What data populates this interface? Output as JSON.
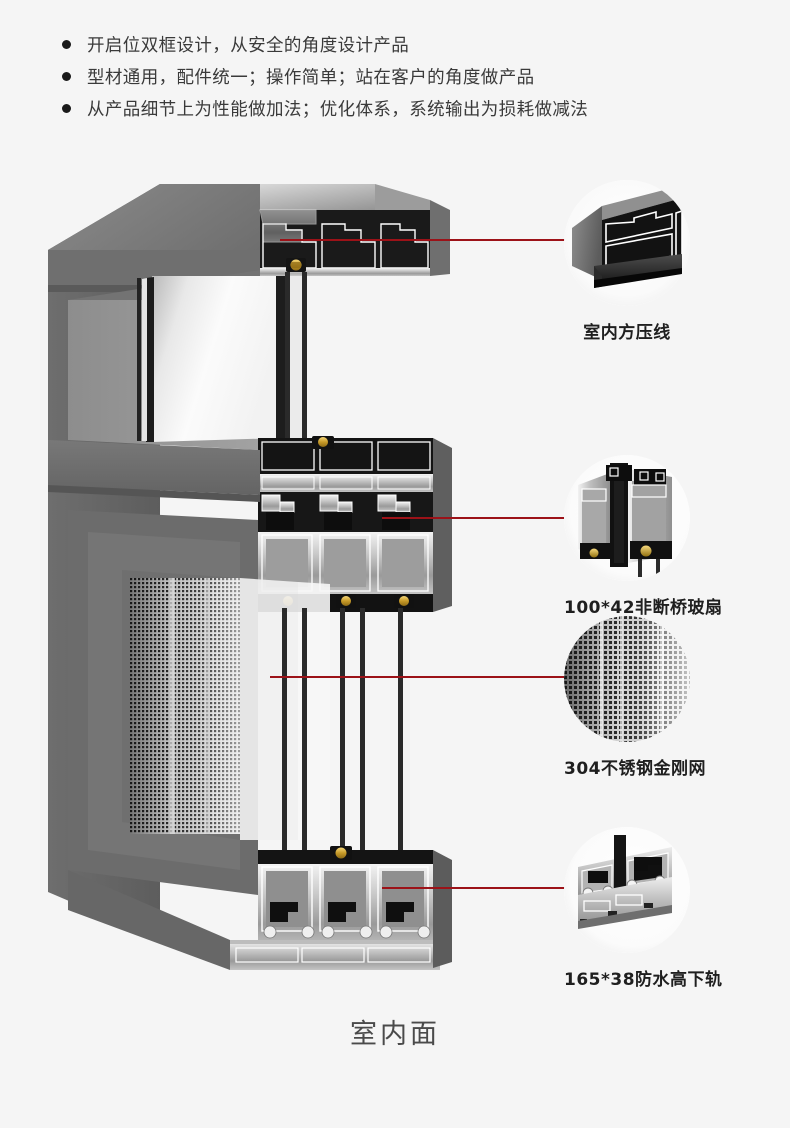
{
  "background_color": "#f5f5f5",
  "accent_color": "#9c1218",
  "bullets": [
    {
      "text": "开启位双框设计，从安全的角度设计产品"
    },
    {
      "text": "型材通用，配件统一；操作简单；站在客户的角度做产品"
    },
    {
      "text": "从产品细节上为性能做加法；优化体系，系统输出为损耗做减法"
    }
  ],
  "callouts": [
    {
      "label": "室内方压线",
      "icon": "profile-cross-section-icon"
    },
    {
      "label": "100*42非断桥玻扇",
      "icon": "sash-profile-icon"
    },
    {
      "label": "304不锈钢金刚网",
      "icon": "steel-mesh-icon"
    },
    {
      "label": "165*38防水高下轨",
      "icon": "bottom-track-icon"
    }
  ],
  "diagram": {
    "name": "aluminum-sliding-window-cutaway",
    "caption": "室内面"
  }
}
